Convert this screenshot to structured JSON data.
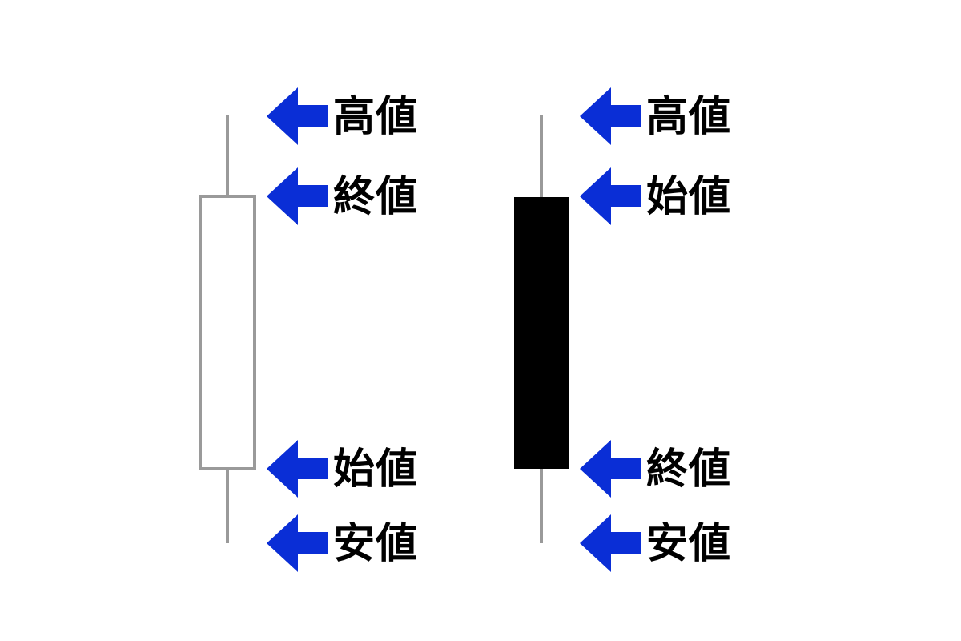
{
  "colors": {
    "arrow": "#0a2ed6",
    "wick": "#9a9a9a",
    "bullish_body_fill": "#ffffff",
    "bullish_body_stroke": "#9a9a9a",
    "bearish_body_fill": "#000000",
    "text": "#000000"
  },
  "candles": [
    {
      "type": "bullish",
      "labels": {
        "high": "高値",
        "upper": "終値",
        "lower": "始値",
        "low": "安値"
      }
    },
    {
      "type": "bearish",
      "labels": {
        "high": "高値",
        "upper": "始値",
        "lower": "終値",
        "low": "安値"
      }
    }
  ],
  "icons": {
    "arrow": "arrow-left-icon"
  }
}
